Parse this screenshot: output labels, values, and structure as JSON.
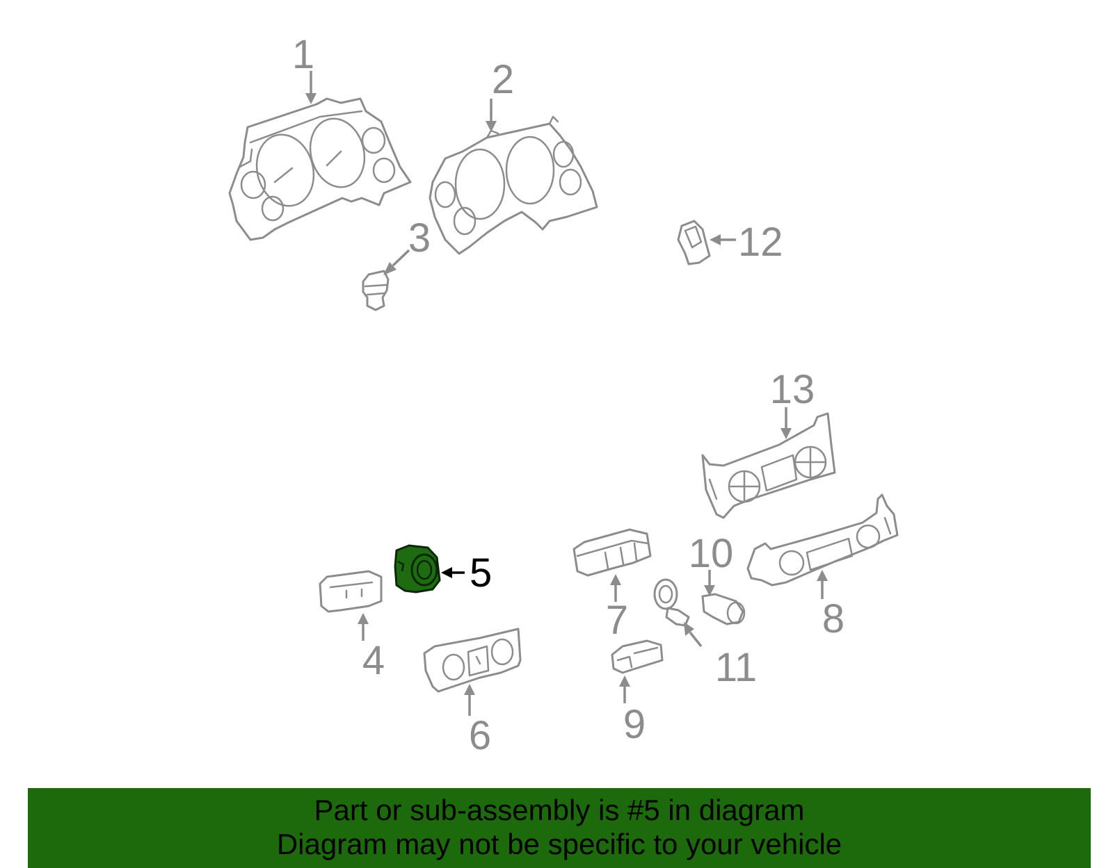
{
  "diagram": {
    "callouts": [
      "1",
      "2",
      "3",
      "4",
      "5",
      "6",
      "7",
      "8",
      "9",
      "10",
      "11",
      "12",
      "13"
    ],
    "highlighted_part": "5",
    "colors": {
      "line_art": "#8c8c8c",
      "highlight_fill": "#1e6b12",
      "highlight_text": "#000000",
      "background": "#ffffff"
    }
  },
  "banner": {
    "line1": "Part or sub-assembly is #5 in diagram",
    "line2": "Diagram may not be specific to your vehicle",
    "background_color": "#1c6a0c"
  }
}
